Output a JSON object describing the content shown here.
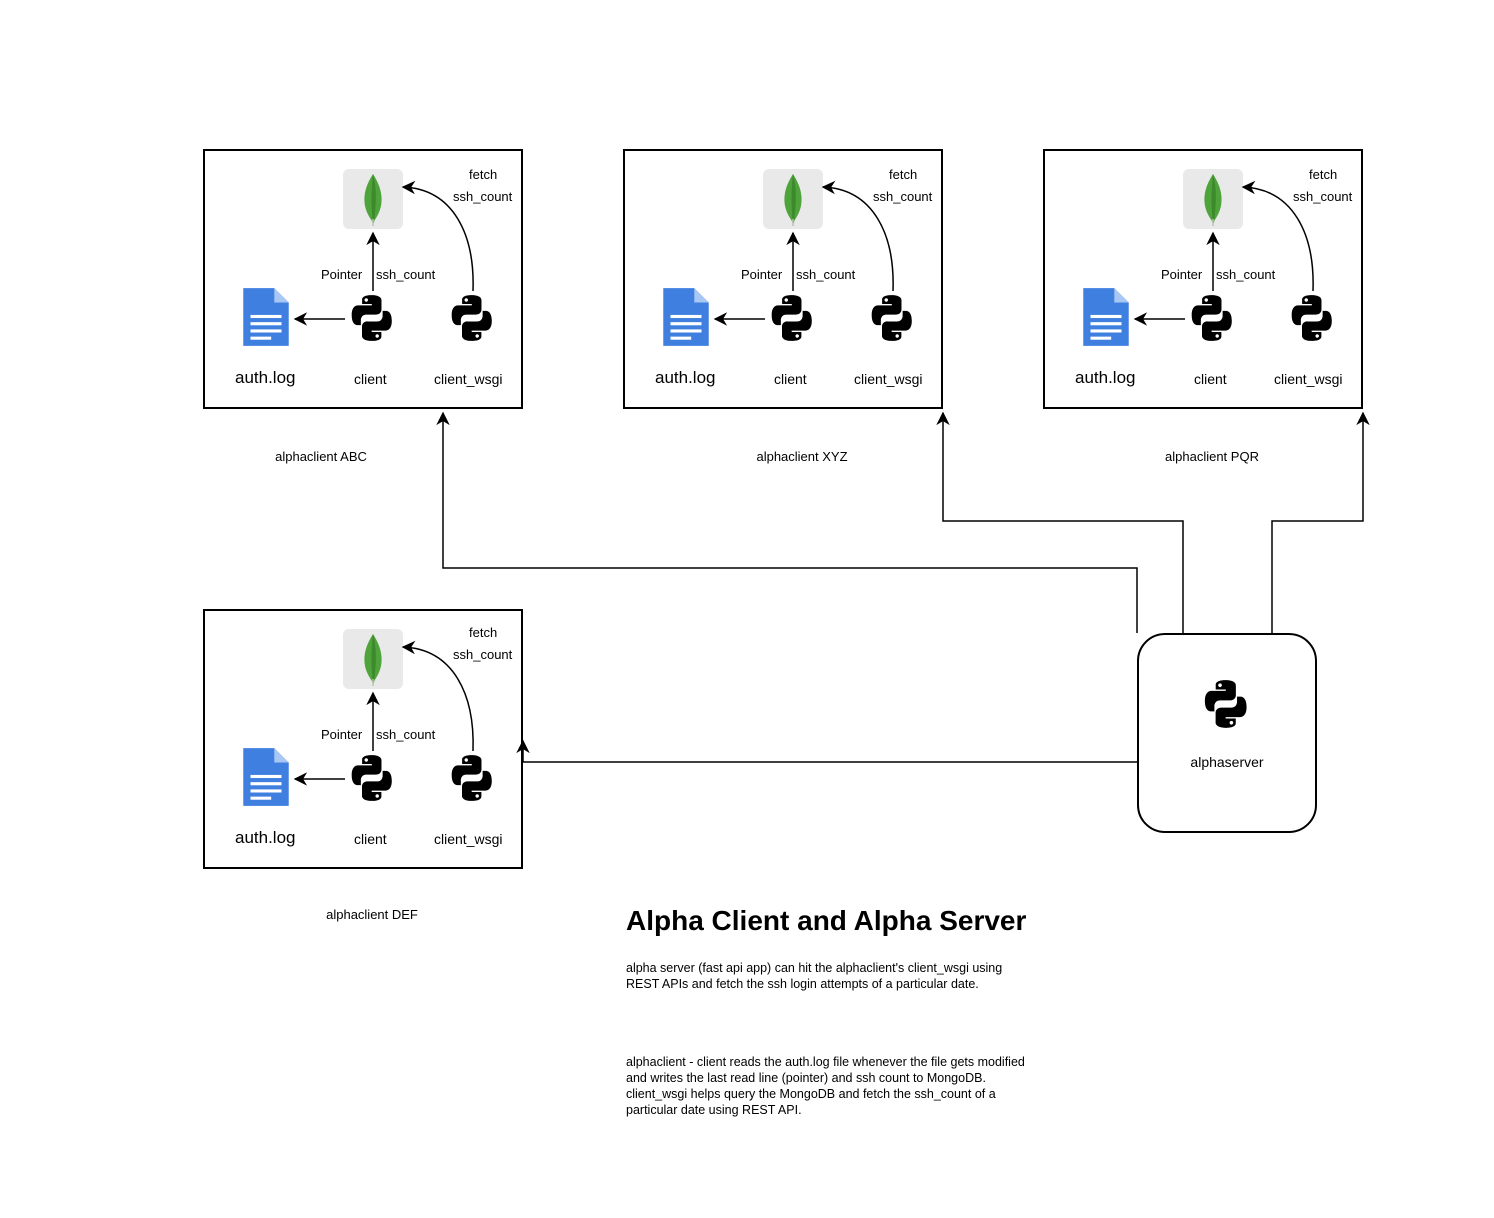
{
  "title": "Alpha Client and Alpha Server",
  "description_1": "alpha server (fast api app) can hit the alphaclient's client_wsgi using REST APIs and fetch the ssh login attempts of a particular date.",
  "description_2": "alphaclient - client reads the auth.log file whenever the file gets modified and writes the last read line (pointer) and ssh count to MongoDB. client_wsgi helps query the MongoDB and fetch the ssh_count of a particular date using REST API.",
  "server": {
    "label": "alphaserver",
    "icon": "python-icon"
  },
  "client_labels": {
    "auth_log": "auth.log",
    "client": "client",
    "client_wsgi": "client_wsgi",
    "pointer": "Pointer",
    "ssh_count": "ssh_count",
    "fetch": "fetch",
    "fetch_ssh_count": "ssh_count"
  },
  "clients": [
    {
      "id": "abc",
      "caption": "alphaclient ABC"
    },
    {
      "id": "xyz",
      "caption": "alphaclient XYZ"
    },
    {
      "id": "pqr",
      "caption": "alphaclient PQR"
    },
    {
      "id": "def",
      "caption": "alphaclient DEF"
    }
  ],
  "colors": {
    "mongo_green": "#4fa33b",
    "doc_blue": "#3f7fe0",
    "line": "#000000"
  }
}
